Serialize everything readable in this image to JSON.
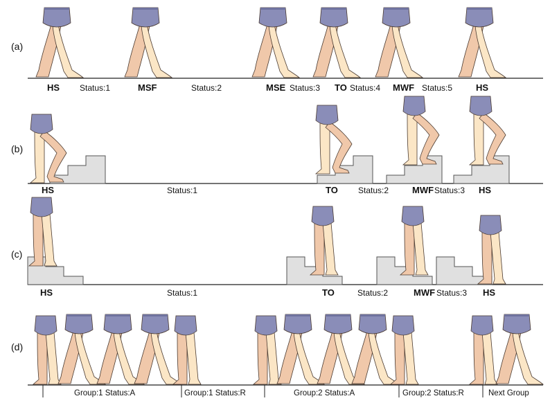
{
  "panels": {
    "a": {
      "label": "(a)",
      "events": [
        "HS",
        "MSF",
        "MSE",
        "TO",
        "MWF",
        "HS"
      ],
      "statuses": [
        "Status:1",
        "Status:2",
        "Status:3",
        "Status:4",
        "Status:5"
      ]
    },
    "b": {
      "label": "(b)",
      "events": [
        "HS",
        "TO",
        "MWF",
        "HS"
      ],
      "statuses": [
        "Status:1",
        "Status:2",
        "Status:3"
      ]
    },
    "c": {
      "label": "(c)",
      "events": [
        "HS",
        "TO",
        "MWF",
        "HS"
      ],
      "statuses": [
        "Status:1",
        "Status:2",
        "Status:3"
      ]
    },
    "d": {
      "label": "(d)",
      "groups": [
        "Group:1 Status:A",
        "Group:1 Status:R",
        "Group:2 Status:A",
        "Group:2 Status:R",
        "Next Group"
      ]
    }
  },
  "colors": {
    "shorts": "#8a8db8",
    "shorts_dark": "#6f729e",
    "leg_light": "#fbe6c6",
    "leg_dark": "#f0c8aa",
    "outline": "#4a3a30",
    "stairs": "#e0e0e0",
    "stairs_outline": "#555555",
    "ground": "#222222"
  }
}
